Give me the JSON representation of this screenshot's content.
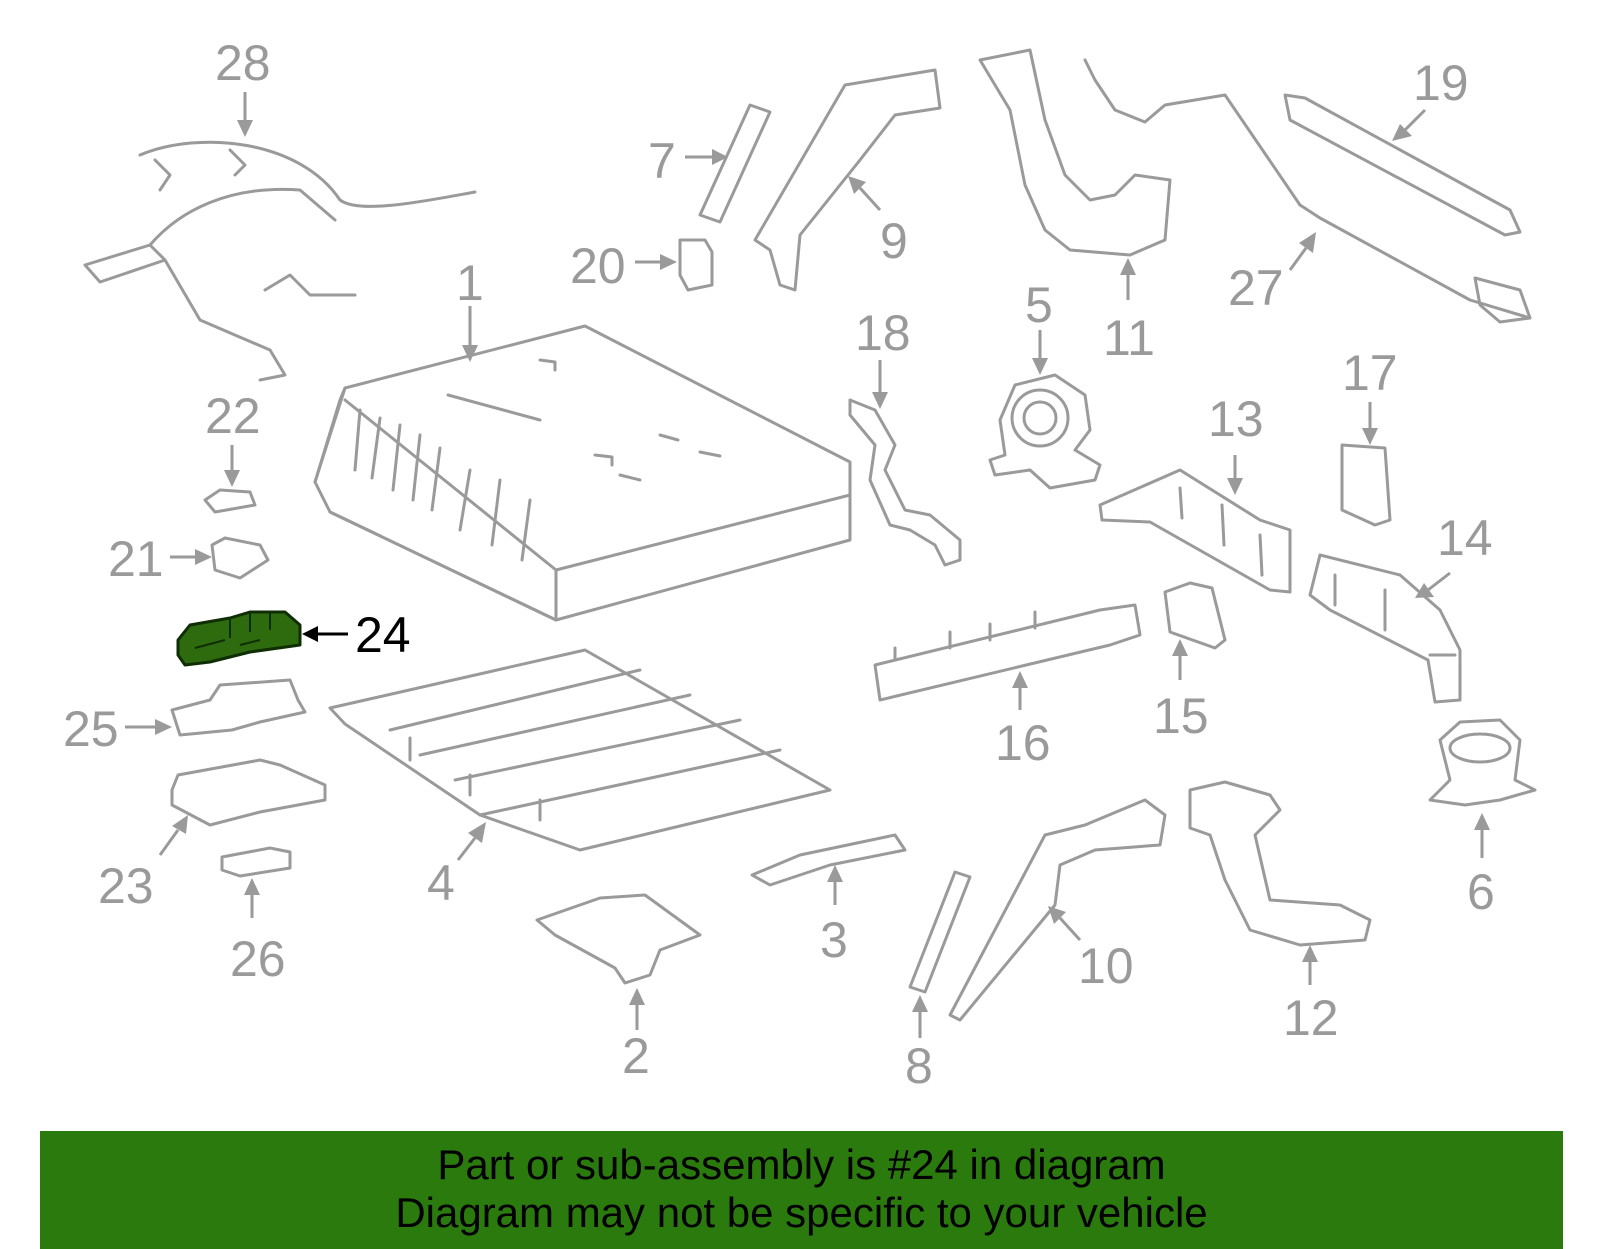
{
  "callouts": {
    "c1": "1",
    "c2": "2",
    "c3": "3",
    "c4": "4",
    "c5": "5",
    "c6": "6",
    "c7": "7",
    "c8": "8",
    "c9": "9",
    "c10": "10",
    "c11": "11",
    "c12": "12",
    "c13": "13",
    "c14": "14",
    "c15": "15",
    "c16": "16",
    "c17": "17",
    "c18": "18",
    "c19": "19",
    "c20": "20",
    "c21": "21",
    "c22": "22",
    "c23": "23",
    "c24": "24",
    "c25": "25",
    "c26": "26",
    "c27": "27",
    "c28": "28"
  },
  "highlight": {
    "part_number": "24",
    "color": "#2e6b0e"
  },
  "banner": {
    "line1": "Part or sub-assembly is #24 in diagram",
    "line2": "Diagram may not be specific to your vehicle",
    "color": "#2a7a0d"
  }
}
